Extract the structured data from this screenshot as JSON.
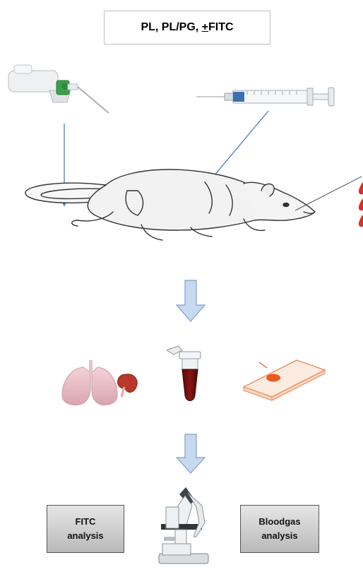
{
  "title": {
    "prefix": "PL, PL/PG, ",
    "pm": "+",
    "suffix": "FITC"
  },
  "left_box": {
    "line1": "FITC",
    "line2": "analysis"
  },
  "right_box": {
    "line1": "Bloodgas",
    "line2": "analysis"
  },
  "colors": {
    "arrow_line": "#4a7ebb",
    "block_arrow_fill": "#c6d9f1",
    "block_arrow_stroke": "#7f9fc9",
    "blood": "#7a0d0d"
  }
}
